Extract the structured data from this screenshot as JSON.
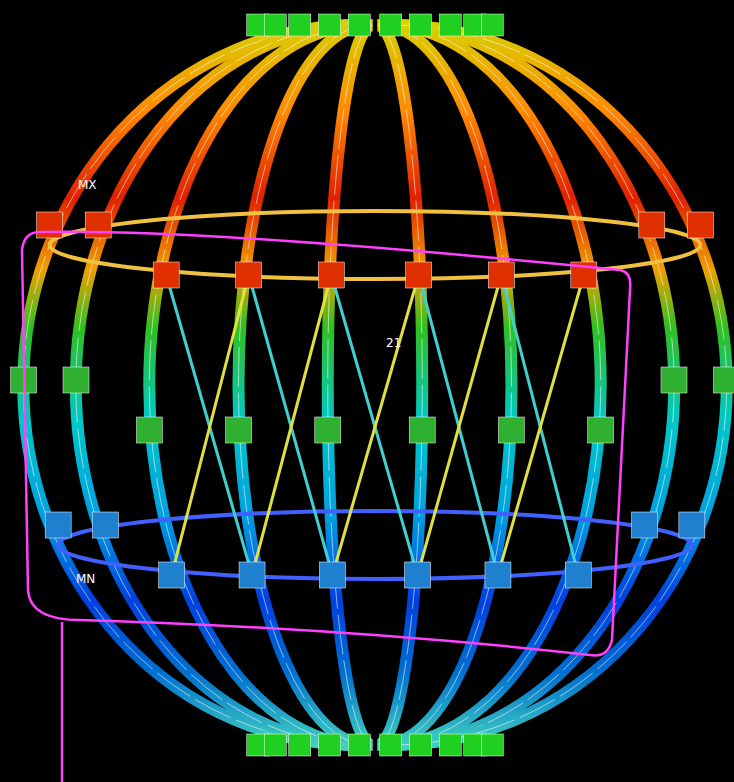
{
  "diagram": {
    "labels": [
      "MX",
      "MN",
      "21"
    ]
  }
}
